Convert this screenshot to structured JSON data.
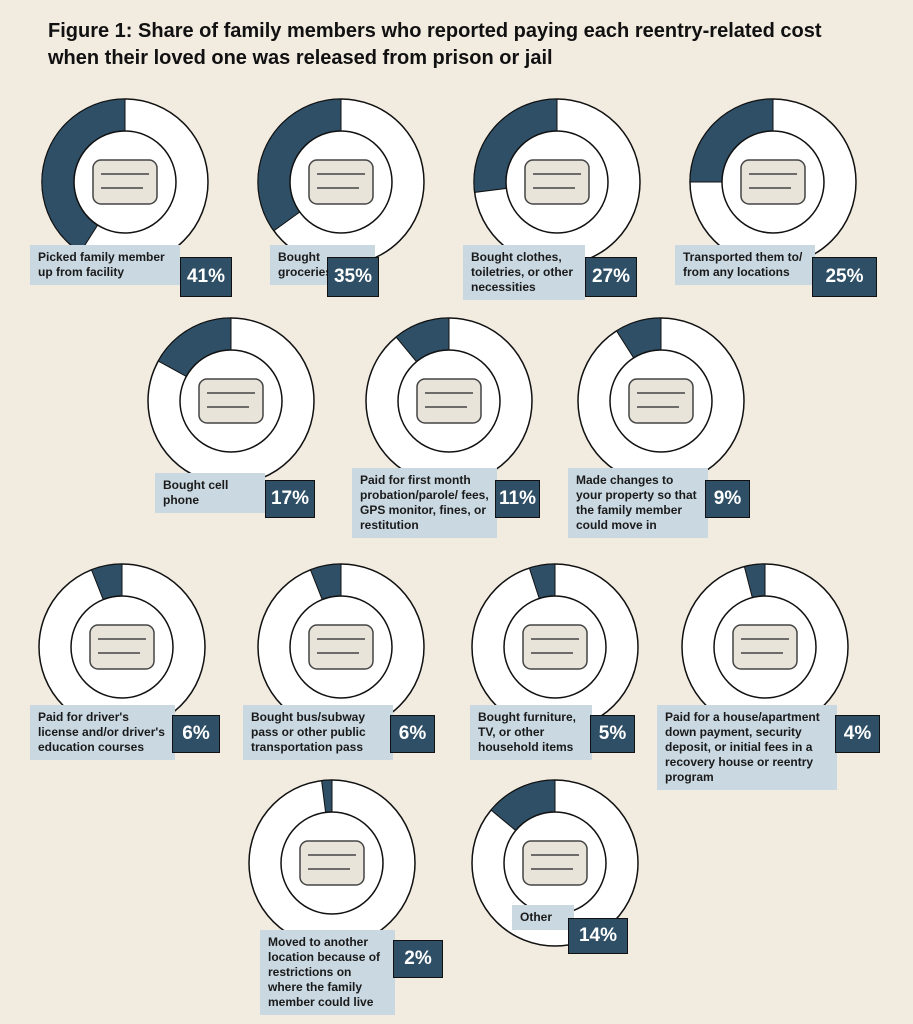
{
  "chart_data": {
    "type": "pie",
    "title": "Figure 1: Share of family members who reported paying each reentry-related cost when their loved one was released from prison or jail",
    "colors": {
      "filled": "#2e4f66",
      "empty": "#ffffff",
      "label_bg": "#c9d8e1",
      "background": "#f1ebe0"
    },
    "items": [
      {
        "label": "Picked family member up from facility",
        "value": 41,
        "display": "41%",
        "icon": "car-icon"
      },
      {
        "label": "Bought groceries",
        "value": 35,
        "display": "35%",
        "icon": "grocery-bag-icon"
      },
      {
        "label": "Bought clothes, toiletries, or other necessities",
        "value": 27,
        "display": "27%",
        "icon": "toothbrush-icon"
      },
      {
        "label": "Transported them to/ from any locations",
        "value": 25,
        "display": "25%",
        "icon": "map-icon"
      },
      {
        "label": "Bought cell phone",
        "value": 17,
        "display": "17%",
        "icon": "cell-phone-icon"
      },
      {
        "label": "Paid for first month probation/parole/ fees, GPS monitor, fines, or restitution",
        "value": 11,
        "display": "11%",
        "icon": "money-icon"
      },
      {
        "label": "Made changes to your property so that the family member could move in",
        "value": 9,
        "display": "9%",
        "icon": "hammer-icon"
      },
      {
        "label": "Paid for driver's license and/or driver's education courses",
        "value": 6,
        "display": "6%",
        "icon": "car-key-icon"
      },
      {
        "label": "Bought bus/subway pass or other public transportation pass",
        "value": 6,
        "display": "6%",
        "icon": "bus-icon"
      },
      {
        "label": "Bought furniture, TV, or other household items",
        "value": 5,
        "display": "5%",
        "icon": "furniture-icon"
      },
      {
        "label": "Paid for a house/apartment down payment, security deposit, or initial fees in a recovery house or reentry program",
        "value": 4,
        "display": "4%",
        "icon": "check-icon"
      },
      {
        "label": "Moved to another location because of restrictions on where the family member could live",
        "value": 2,
        "display": "2%",
        "icon": "moving-boxes-icon"
      },
      {
        "label": "Other",
        "value": 14,
        "display": "14%",
        "icon": "wallet-icon"
      }
    ]
  }
}
